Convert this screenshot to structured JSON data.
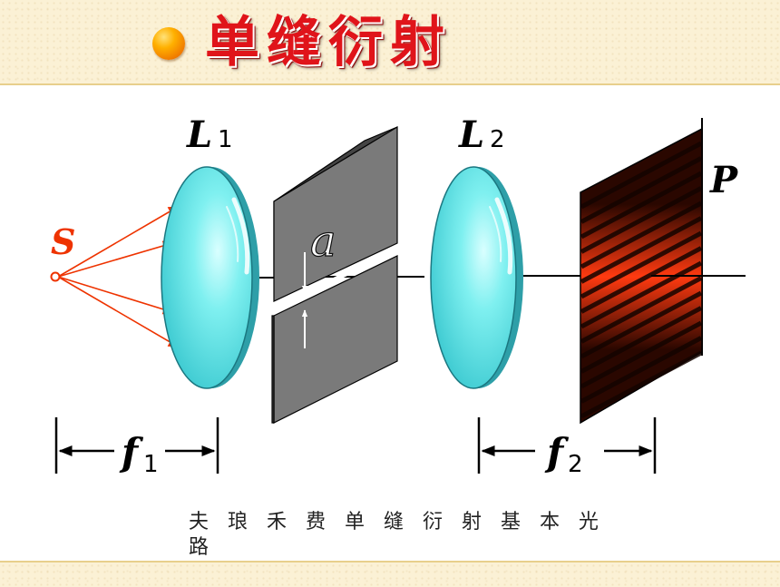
{
  "title": "单缝衍射",
  "caption": "夫 琅 禾 费 单 缝 衍 射 基 本 光 路",
  "labels": {
    "source": "S",
    "lens1_main": "L",
    "lens1_sub": "1",
    "lens2_main": "L",
    "lens2_sub": "2",
    "slit_width": "a",
    "screen": "P",
    "f1_main": "f",
    "f1_sub": "1",
    "f2_main": "f",
    "f2_sub": "2"
  },
  "colors": {
    "title": "#e0141a",
    "source": "#ee3300",
    "rays": "#ee3300",
    "lens": "#5fe6e6",
    "slit": "#7a7a7a",
    "fringe_bright": "#ff3a10",
    "fringe_dark": "#140400",
    "band": "#fbf1d5"
  }
}
